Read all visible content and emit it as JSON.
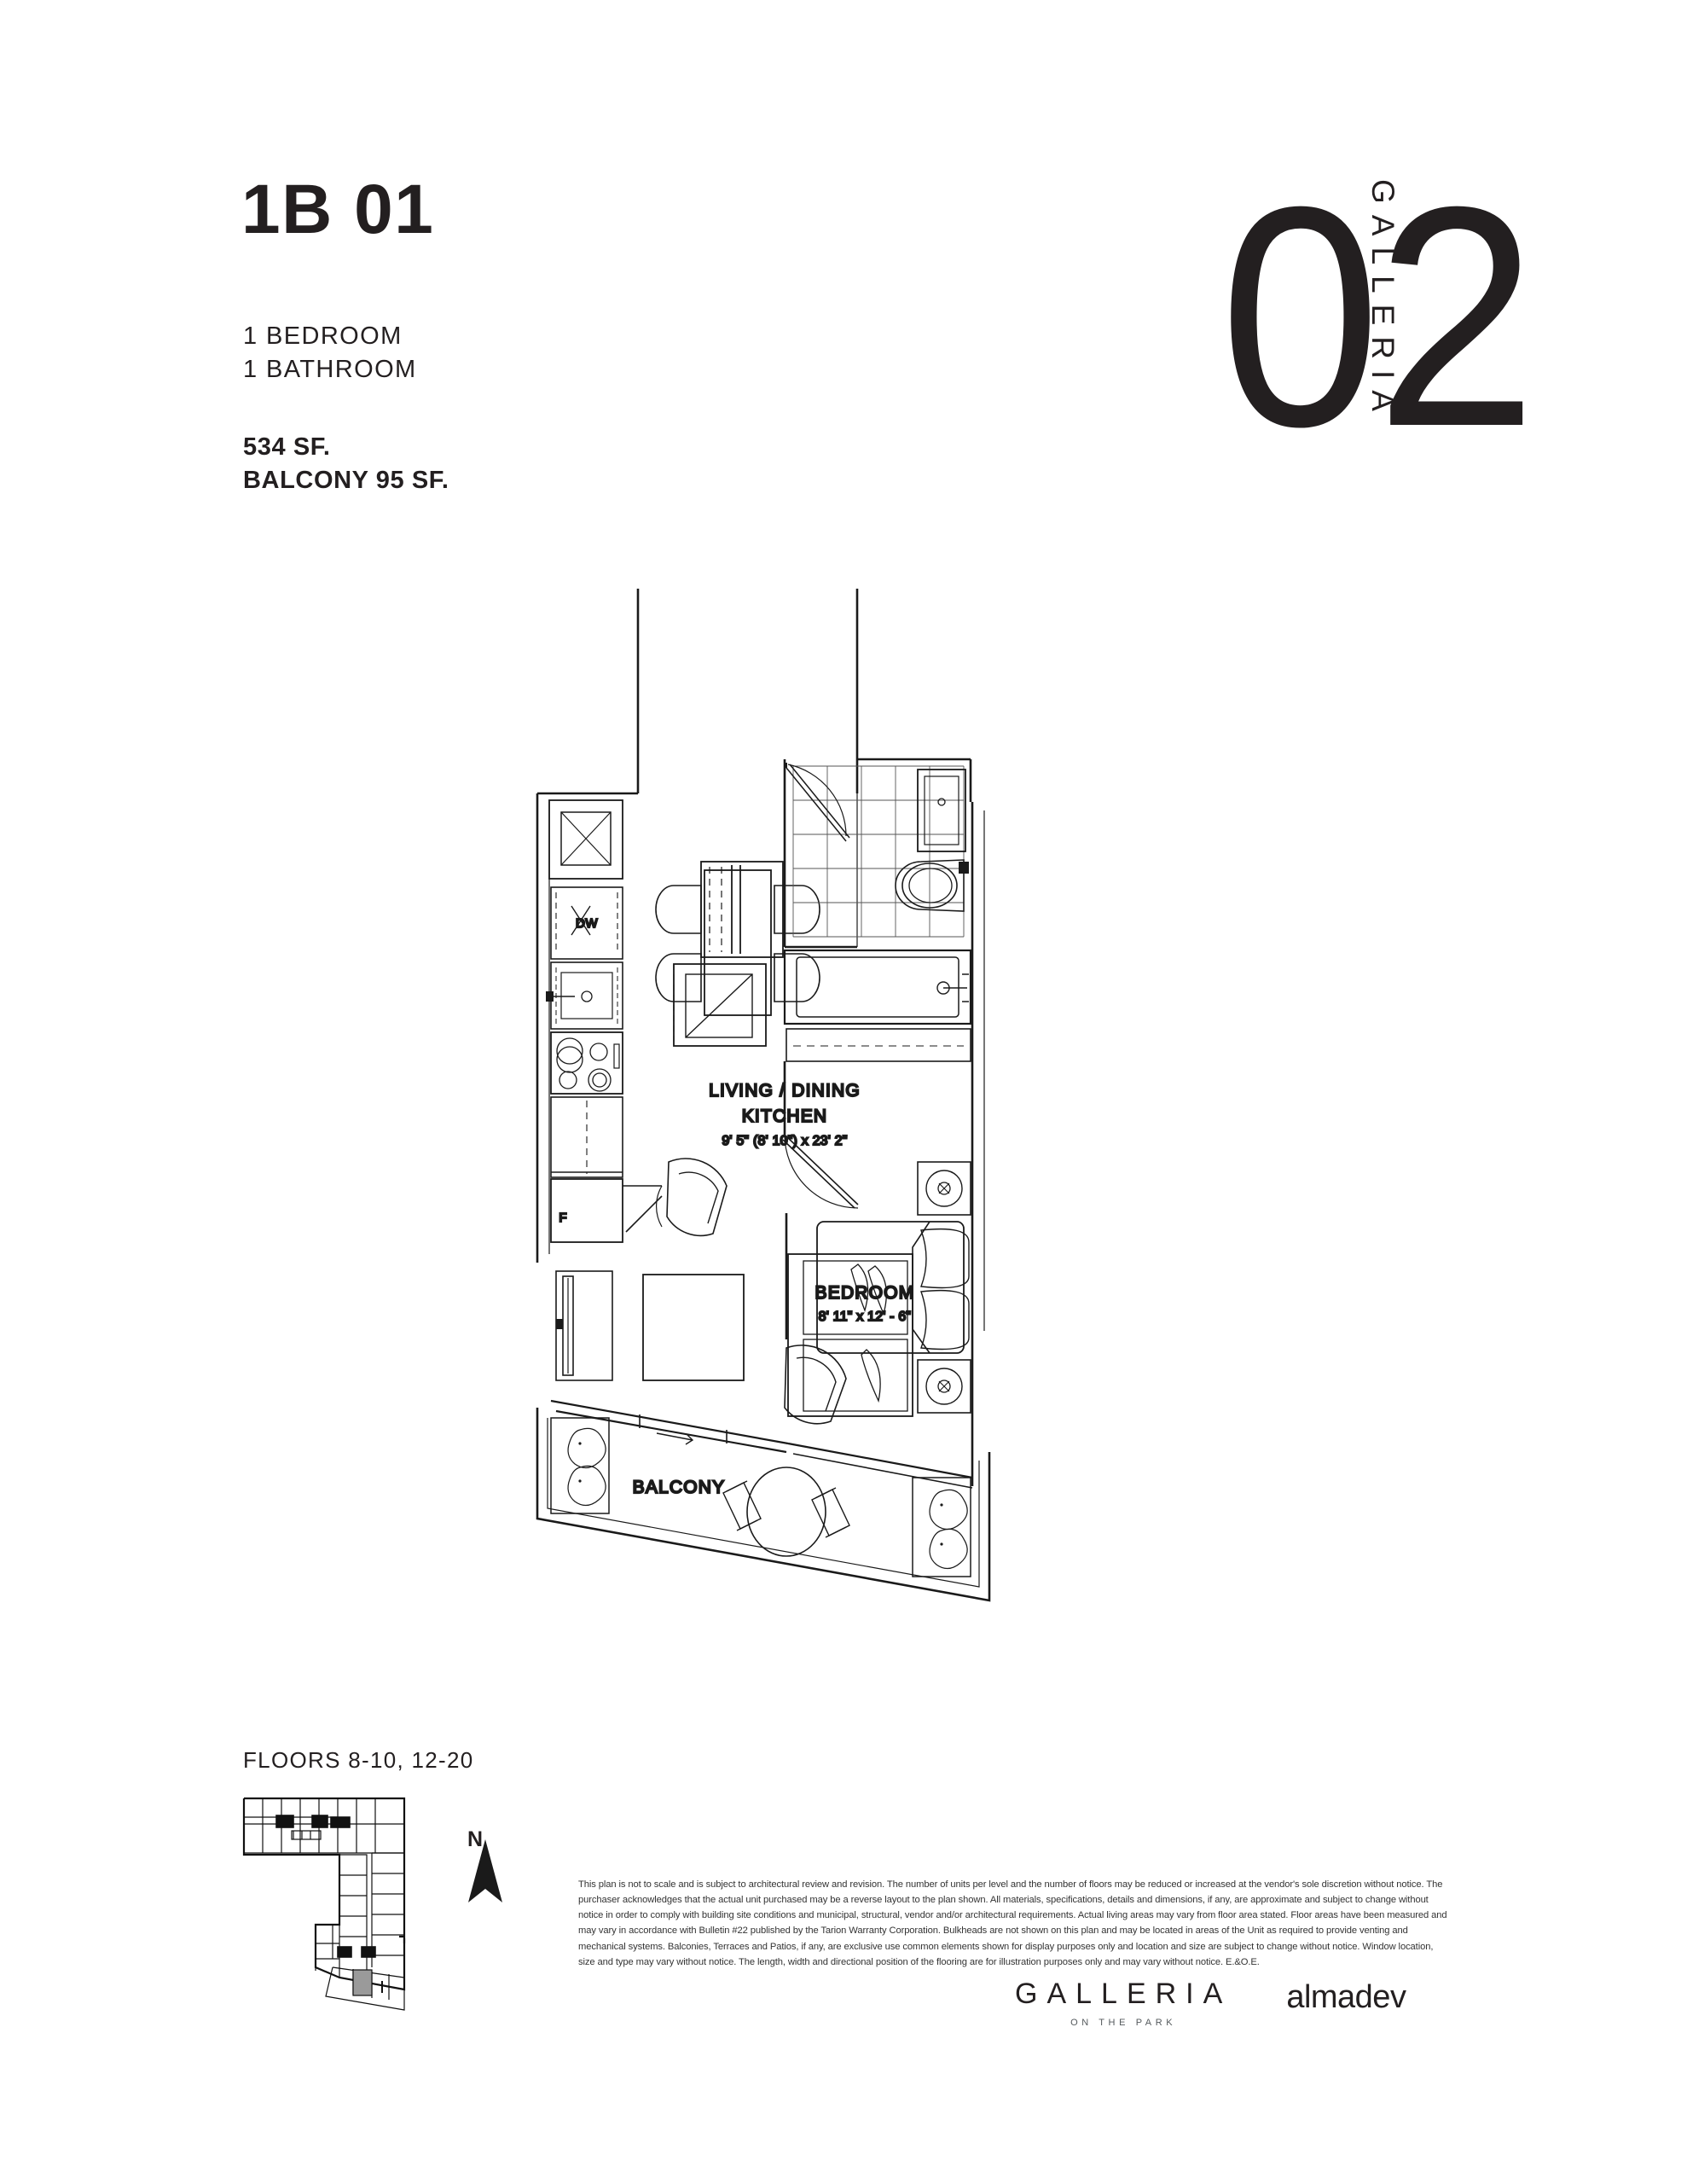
{
  "header": {
    "unit_code": "1B 01",
    "bedrooms_line": "1 BEDROOM",
    "bathrooms_line": "1 BATHROOM",
    "area_line": "534 SF.",
    "balcony_area_line": "BALCONY 95 SF."
  },
  "suite": {
    "number": "02",
    "brand_vertical": "GALLERIA"
  },
  "plan": {
    "living_label_line1": "LIVING / DINING",
    "living_label_line2": "KITCHEN",
    "living_dimensions": "9' 5\" (8' 10\") x 23' 2\"",
    "bedroom_label": "BEDROOM",
    "bedroom_dimensions": "8' 11\" x 12' - 6\"",
    "balcony_label": "BALCONY",
    "fridge_tag": "F",
    "dishwasher_tag": "DW"
  },
  "keyplan": {
    "floors_label": "FLOORS 8-10, 12-20",
    "north_label": "N"
  },
  "disclaimer": {
    "text": "This plan is not to scale and is subject to architectural review and revision. The number of units per level and the number of floors may be reduced or increased at the vendor's sole discretion without notice. The purchaser acknowledges that the actual unit purchased may be a reverse layout to the plan shown. All materials, specifications, details and dimensions, if any, are approximate and subject to change without notice in order to comply with building site conditions and municipal, structural, vendor and/or architectural requirements. Actual living areas may vary from floor area stated. Floor areas have been measured and may vary in accordance with Bulletin #22 published by the Tarion Warranty Corporation. Bulkheads are not shown on this plan and may be located in areas of the Unit as required to provide venting and mechanical systems. Balconies, Terraces and Patios, if any, are exclusive use common elements shown for display purposes only and location and size are subject to change without notice. Window location, size and type may vary without notice. The length, width and directional position of the flooring are for illustration purposes only and may vary without notice. E.&O.E."
  },
  "footer": {
    "galleria_main": "GALLERIA",
    "galleria_sub": "ON THE PARK",
    "almadev": "almadev"
  },
  "colors": {
    "ink": "#231f20",
    "line": "#1a1a1a",
    "keyplan_highlight": "#9a9a9a",
    "muted": "#54595c"
  }
}
